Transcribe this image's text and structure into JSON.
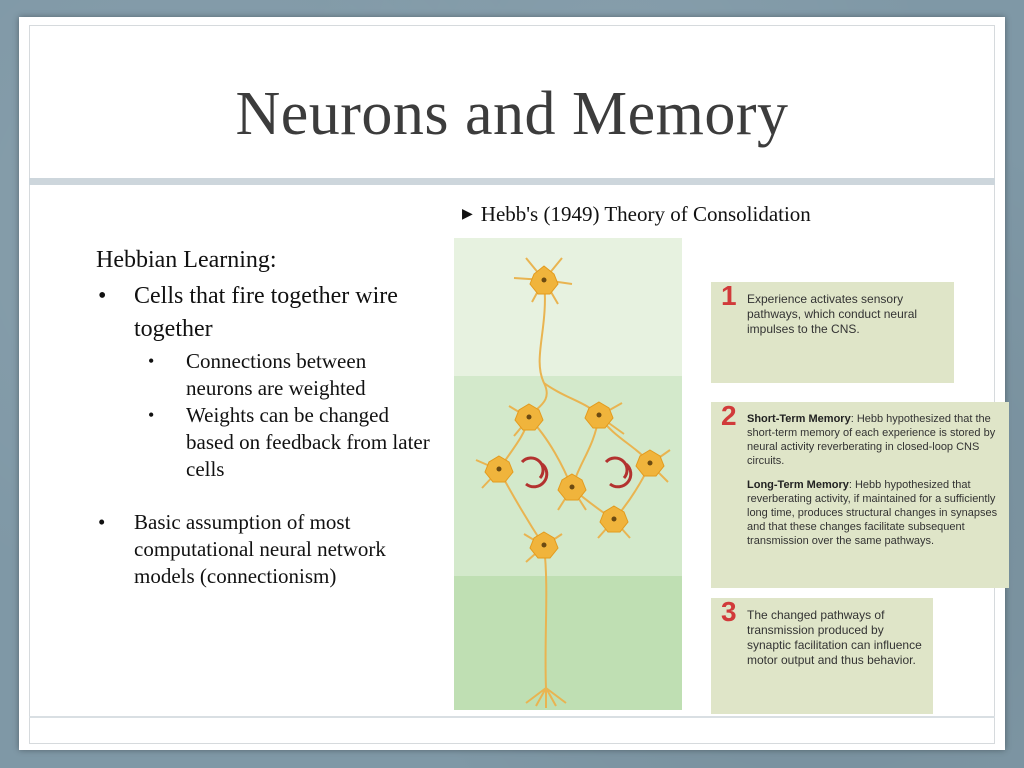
{
  "slide": {
    "title": "Neurons and Memory"
  },
  "content": {
    "heading": "Hebbian Learning:",
    "bullet_symbol": "•",
    "bullets": [
      {
        "text": "Cells that fire together wire together",
        "sub": [
          "Connections between neurons are weighted",
          "Weights can be changed based on feedback from later cells"
        ]
      },
      {
        "text": "Basic assumption of most computational neural network models (connectionism)"
      }
    ]
  },
  "figure": {
    "title": "Hebb's (1949) Theory of Consolidation",
    "steps": [
      {
        "number": "1",
        "text": "Experience activates sensory pathways, which conduct neural impulses to the CNS."
      },
      {
        "number": "2",
        "stm_label": "Short-Term Memory",
        "stm_text": "Hebb hypothesized that the short-term memory of each experience is stored by neural activity reverberating in closed-loop CNS circuits.",
        "ltm_label": "Long-Term Memory",
        "ltm_text": "Hebb hypothesized that reverberating activity, if maintained for a sufficiently long time, produces structural changes in synapses and that these changes facilitate subsequent transmission over the same pathways."
      },
      {
        "number": "3",
        "text": "The changed pathways of transmission produced by synaptic facilitation can influence motor output and thus behavior."
      }
    ]
  },
  "colors": {
    "background": "#7f98a6",
    "neuron": "#f0b43c",
    "axon": "#e9b451",
    "panel_top": "#e7f2e0",
    "panel_mid": "#d3e9cb",
    "panel_bottom": "#bfdfb3",
    "box": "#dfe5c8",
    "step_number": "#d13a3a",
    "reverb_arrow": "#b3322f"
  }
}
